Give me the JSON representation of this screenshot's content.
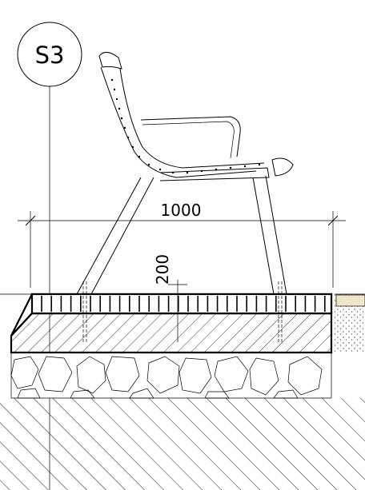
{
  "section_marker": {
    "label": "S3"
  },
  "dimensions": {
    "width": "1000",
    "height": "200"
  },
  "colors": {
    "line": "#000000",
    "background": "#ffffff",
    "paving_fill": "#efe6c8"
  }
}
